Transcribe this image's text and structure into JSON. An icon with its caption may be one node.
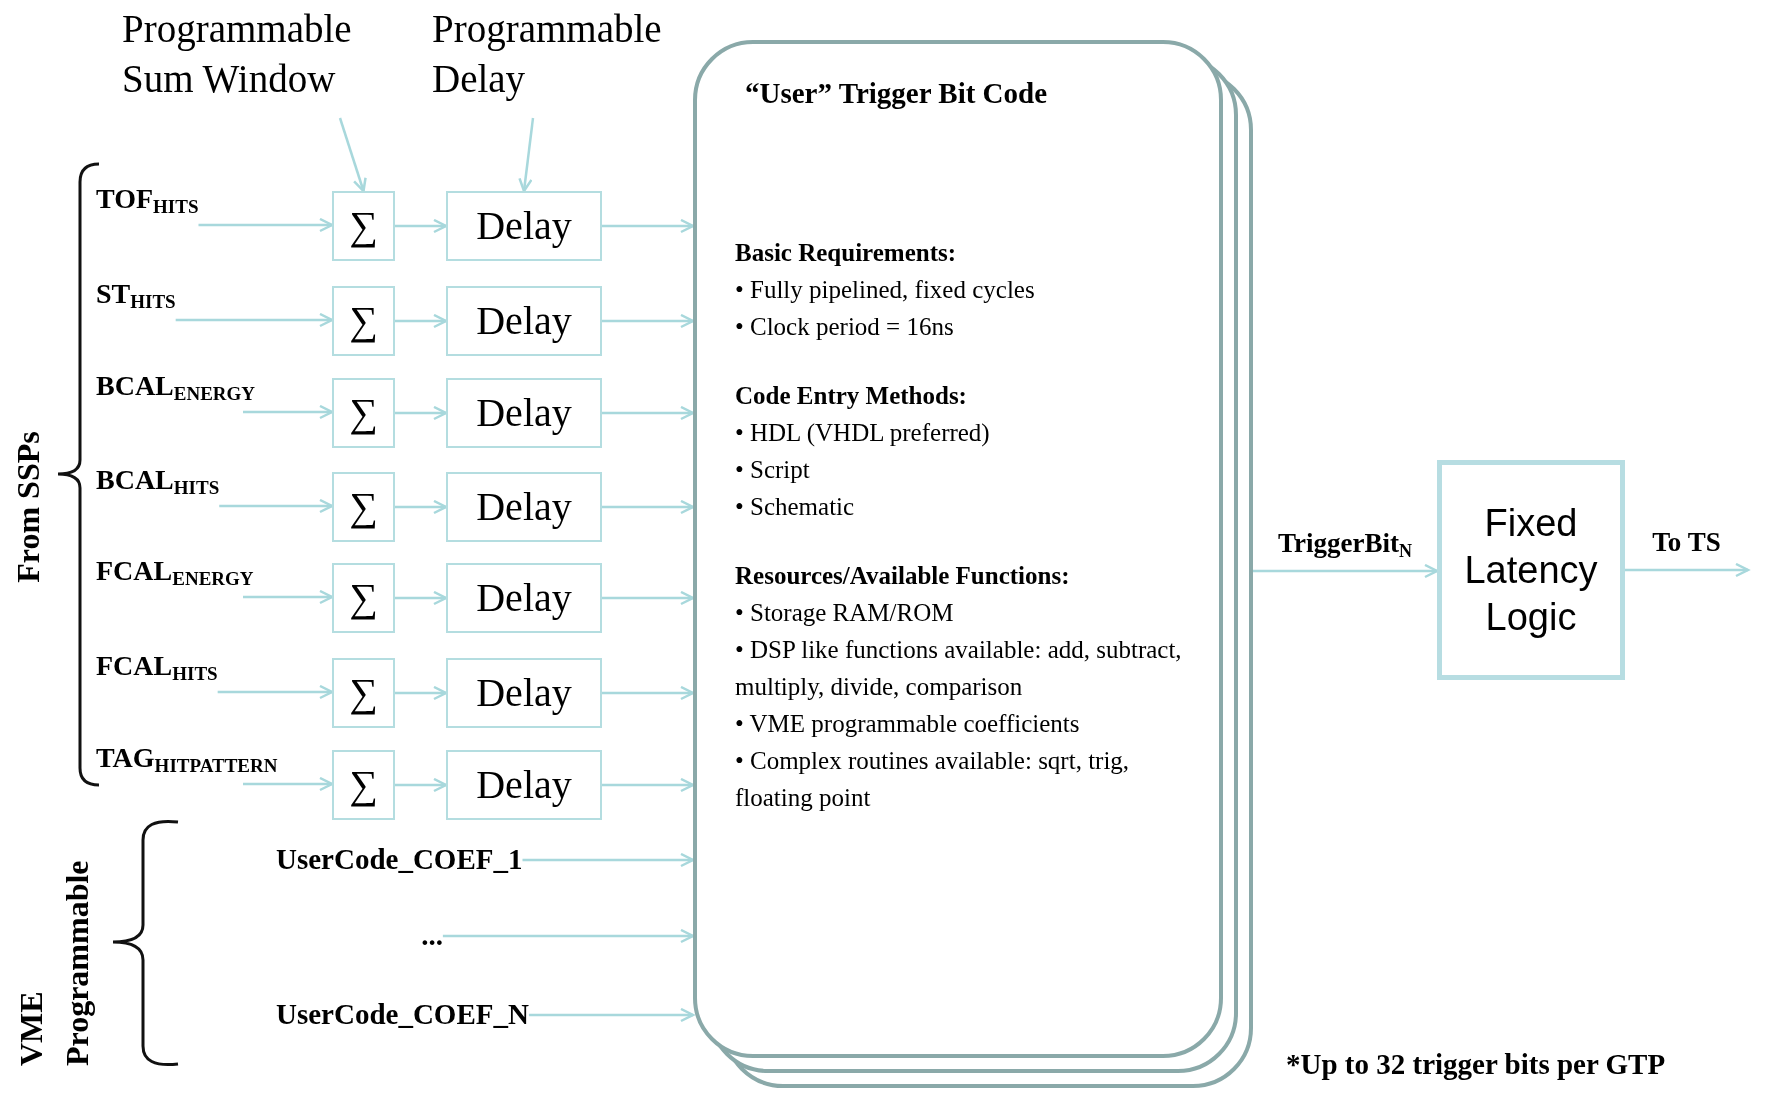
{
  "diagram": {
    "nodes": [
      {
        "text": [
          "Programmable Sum Window"
        ]
      },
      {
        "text": [
          "Programmable Delay"
        ]
      },
      {
        "text": [
          "TOF$_{HITS}$"
        ]
      },
      {
        "text": [
          "∑"
        ]
      },
      {
        "text": [
          "Delay"
        ]
      },
      {
        "text": [
          "ST$_{HITS}$"
        ]
      },
      {
        "text": [
          "∑"
        ]
      },
      {
        "text": [
          "Delay"
        ]
      },
      {
        "text": [
          "BCAL$_{ENERGY}$"
        ]
      },
      {
        "text": [
          "∑"
        ]
      },
      {
        "text": [
          "Delay"
        ]
      },
      {
        "text": [
          "BCAL$_{HITS}$"
        ]
      },
      {
        "text": [
          "∑"
        ]
      },
      {
        "text": [
          "Delay"
        ]
      },
      {
        "text": [
          "FCAL$_{ENERGY}$"
        ]
      },
      {
        "text": [
          "∑"
        ]
      },
      {
        "text": [
          "Delay"
        ]
      },
      {
        "text": [
          "FCAL$_{HITS}$"
        ]
      },
      {
        "text": [
          "∑"
        ]
      },
      {
        "text": [
          "Delay"
        ]
      },
      {
        "text": [
          "TAG$_{HITPATTERN}$"
        ]
      },
      {
        "text": [
          "∑"
        ]
      },
      {
        "text": [
          "Delay"
        ]
      },
      {
        "text": [
          "UserCode_COEF_1"
        ]
      },
      {
        "text": [
          "..."
        ]
      },
      {
        "text": [
          "UserCode_COEF_N"
        ]
      },
      {
        "text": [
          "“User” Trigger Bit Code",
          "Basic Requirements:",
          "• Fully pipelined, fixed cycles",
          "• Clock period = 16ns",
          "Code Entry Methods:",
          "• HDL (VHDL preferred)",
          "• Script",
          "• Schematic",
          "Resources/Available Functions:",
          "• Storage RAM/ROM",
          "• DSP like functions available: add, subtract, multiply, divide, comparison",
          "• VME programmable coefficients",
          "• Complex routines available: sqrt, trig, floating point"
        ]
      },
      {
        "text": [
          "Fixed Latency Logic"
        ]
      }
    ],
    "edges": [
      {
        "from": 0,
        "to": 3,
        "arrow": "to"
      },
      {
        "from": 1,
        "to": 4,
        "arrow": "to"
      },
      {
        "from": 2,
        "to": 3,
        "arrow": "to"
      },
      {
        "from": 3,
        "to": 4,
        "arrow": "to"
      },
      {
        "from": 4,
        "to": 26,
        "arrow": "to"
      },
      {
        "from": 5,
        "to": 6,
        "arrow": "to"
      },
      {
        "from": 6,
        "to": 7,
        "arrow": "to"
      },
      {
        "from": 7,
        "to": 26,
        "arrow": "to"
      },
      {
        "from": 8,
        "to": 9,
        "arrow": "to"
      },
      {
        "from": 9,
        "to": 10,
        "arrow": "to"
      },
      {
        "from": 10,
        "to": 26,
        "arrow": "to"
      },
      {
        "from": 11,
        "to": 12,
        "arrow": "to"
      },
      {
        "from": 12,
        "to": 13,
        "arrow": "to"
      },
      {
        "from": 13,
        "to": 26,
        "arrow": "to"
      },
      {
        "from": 14,
        "to": 15,
        "arrow": "to"
      },
      {
        "from": 15,
        "to": 16,
        "arrow": "to"
      },
      {
        "from": 16,
        "to": 26,
        "arrow": "to"
      },
      {
        "from": 17,
        "to": 18,
        "arrow": "to"
      },
      {
        "from": 18,
        "to": 19,
        "arrow": "to"
      },
      {
        "from": 19,
        "to": 26,
        "arrow": "to"
      },
      {
        "from": 20,
        "to": 21,
        "arrow": "to"
      },
      {
        "from": 21,
        "to": 22,
        "arrow": "to"
      },
      {
        "from": 22,
        "to": 26,
        "arrow": "to"
      },
      {
        "from": 23,
        "to": 26,
        "arrow": "to"
      },
      {
        "from": 24,
        "to": 26,
        "arrow": "to"
      },
      {
        "from": 25,
        "to": 26,
        "arrow": "to"
      },
      {
        "from": 26,
        "to": 27,
        "arrow": "to",
        "label": "TriggerBit$_{N}$"
      },
      {
        "from": 27,
        "to": null,
        "arrow": "to",
        "label": "To TS"
      }
    ],
    "labels": [
      "From SSPs",
      "VME Programmable",
      "*Up to 32 trigger bits per GTP"
    ]
  }
}
